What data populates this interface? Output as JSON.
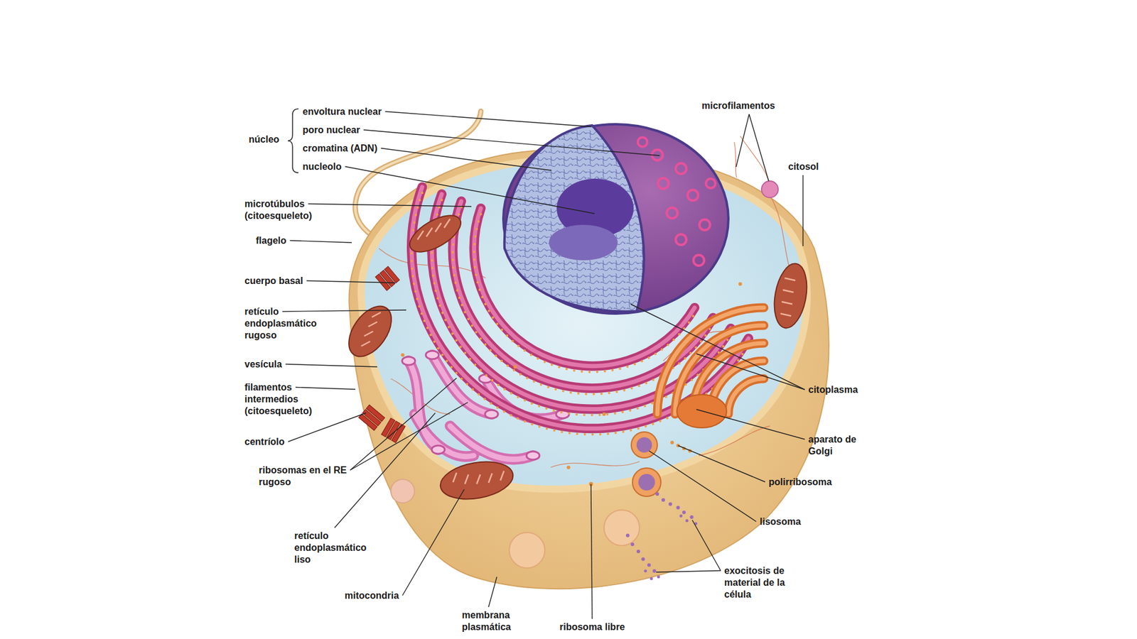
{
  "diagram": {
    "labels": [
      "núcleo",
      "envoltura nuclear",
      "poro nuclear",
      "cromatina (ADN)",
      "nucleolo",
      "microfilamentos",
      "citosol",
      "microtúbulos (citoesqueleto)",
      "flagelo",
      "cuerpo basal",
      "retículo endoplasmático rugoso",
      "vesícula",
      "filamentos intermedios (citoesqueleto)",
      "centríolo",
      "ribosomas en el RE rugoso",
      "retículo endoplasmático liso",
      "mitocondria",
      "membrana plasmática",
      "ribosoma libre",
      "exocitosis de material de la célula",
      "lisosoma",
      "polirribosoma",
      "aparato de Golgi",
      "citoplasma"
    ]
  }
}
